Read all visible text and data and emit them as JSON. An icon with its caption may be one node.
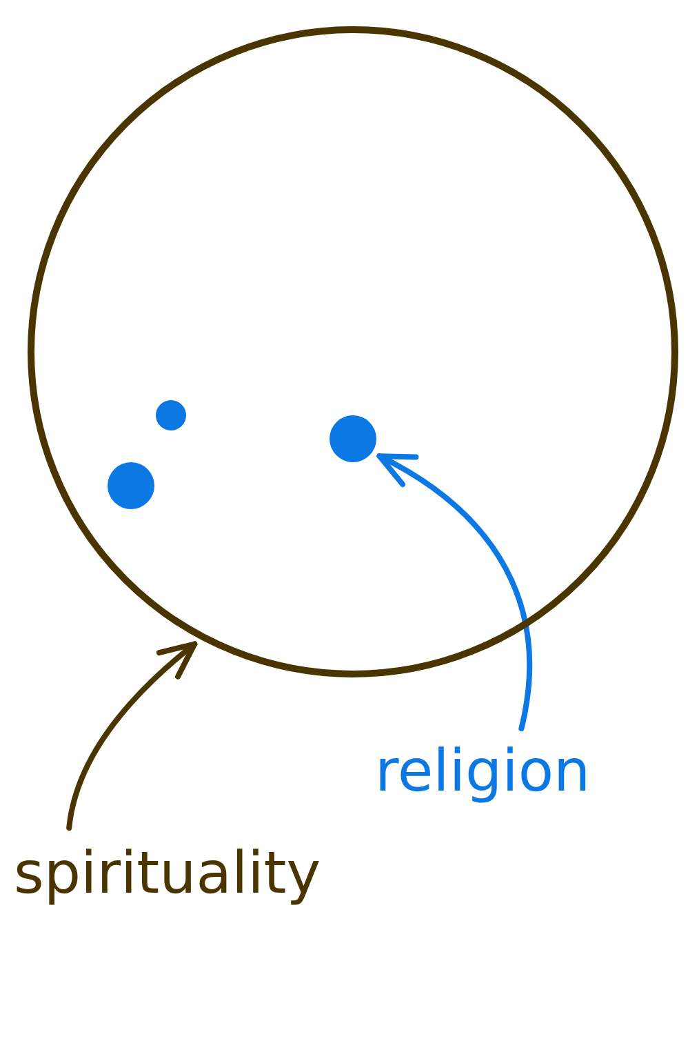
{
  "diagram": {
    "nodes": [
      {
        "text": [],
        "shape": "circle"
      },
      {
        "text": [],
        "shape": "circle",
        "in": 0
      },
      {
        "text": [],
        "shape": "circle",
        "in": 0
      },
      {
        "text": [],
        "shape": "circle",
        "in": 0
      },
      {
        "text": [
          "religion"
        ]
      },
      {
        "text": [
          "spirituality"
        ]
      }
    ],
    "edges": [
      {
        "from": 4,
        "to": 3,
        "arrow": "to",
        "color": "#0b78e3"
      },
      {
        "from": 5,
        "to": 0,
        "arrow": "to",
        "color": "#4a3500"
      }
    ]
  }
}
